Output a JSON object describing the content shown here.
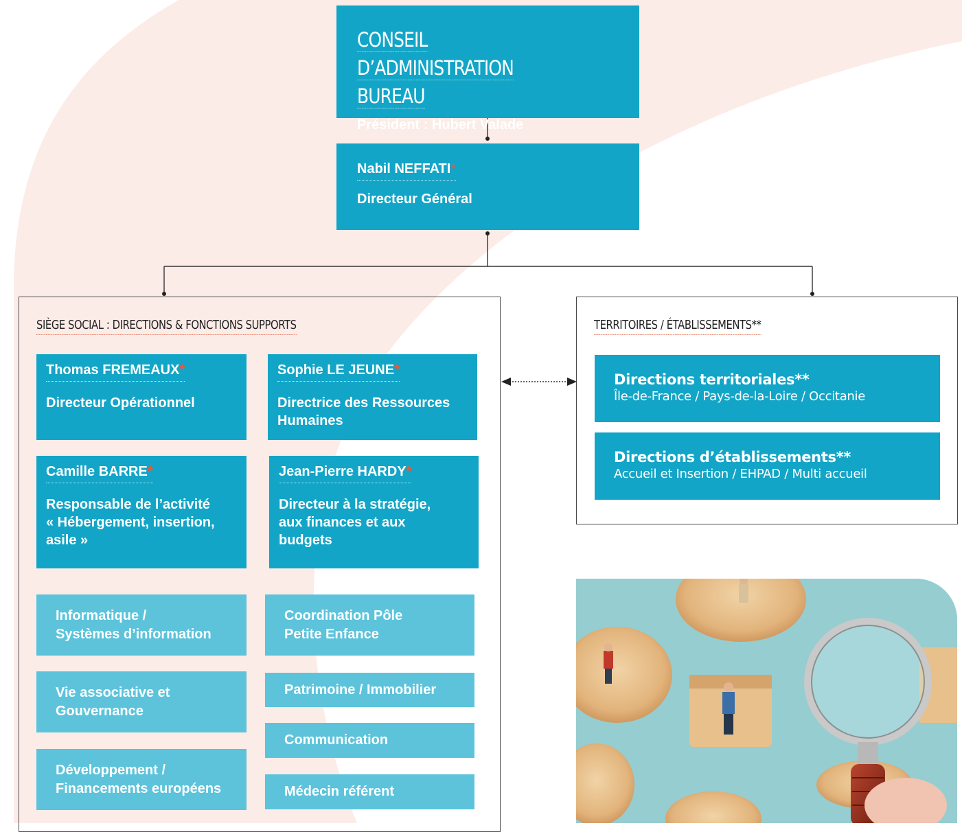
{
  "board": {
    "line1": "CONSEIL D’ADMINISTRATION",
    "line2": "BUREAU",
    "president": "Président : Hubert Valade"
  },
  "ceo": {
    "name": "Nabil NEFFATI",
    "star": "*",
    "role": "Directeur Général"
  },
  "headquarters": {
    "label": "SIÈGE SOCIAL : DIRECTIONS & FONCTIONS SUPPORTS",
    "directors": [
      {
        "name": "Thomas FREMEAUX",
        "star": "*",
        "role": "Directeur Opérationnel"
      },
      {
        "name": "Sophie LE JEUNE",
        "star": "*",
        "role_l1": "Directrice des Ressources",
        "role_l2": "Humaines"
      },
      {
        "name": "Camille BARRE",
        "star": "*",
        "role_l1": "Responsable de l’activité",
        "role_l2": "« Hébergement, insertion,",
        "role_l3": "asile »"
      },
      {
        "name": "Jean-Pierre HARDY",
        "star": "*",
        "role_l1": "Directeur à la stratégie,",
        "role_l2": "aux finances et aux",
        "role_l3": "budgets"
      }
    ],
    "functions": {
      "it_l1": "Informatique /",
      "it_l2": "Systèmes d’information",
      "petite_l1": "Coordination Pôle",
      "petite_l2": "Petite Enfance",
      "vie_l1": "Vie associative et",
      "vie_l2": "Gouvernance",
      "patrimoine": "Patrimoine / Immobilier",
      "communication": "Communication",
      "dev_l1": "Développement /",
      "dev_l2": "Financements européens",
      "medecin": "Médecin référent"
    }
  },
  "territories": {
    "label": "TERRITOIRES / ÉTABLISSEMENTS**",
    "items": [
      {
        "title": "Directions territoriales**",
        "subtitle": "Île-de-France / Pays-de-la-Loire / Occitanie"
      },
      {
        "title": "Directions d’établissements**",
        "subtitle": "Accueil et Insertion / EHPAD / Multi accueil"
      }
    ]
  },
  "colors": {
    "dark_box": "#12a5c7",
    "light_box": "#5cc3db",
    "star": "#e65a3a",
    "background_blob": "#fcece8"
  },
  "photo": {
    "icon": "magnifier-people-photo"
  }
}
